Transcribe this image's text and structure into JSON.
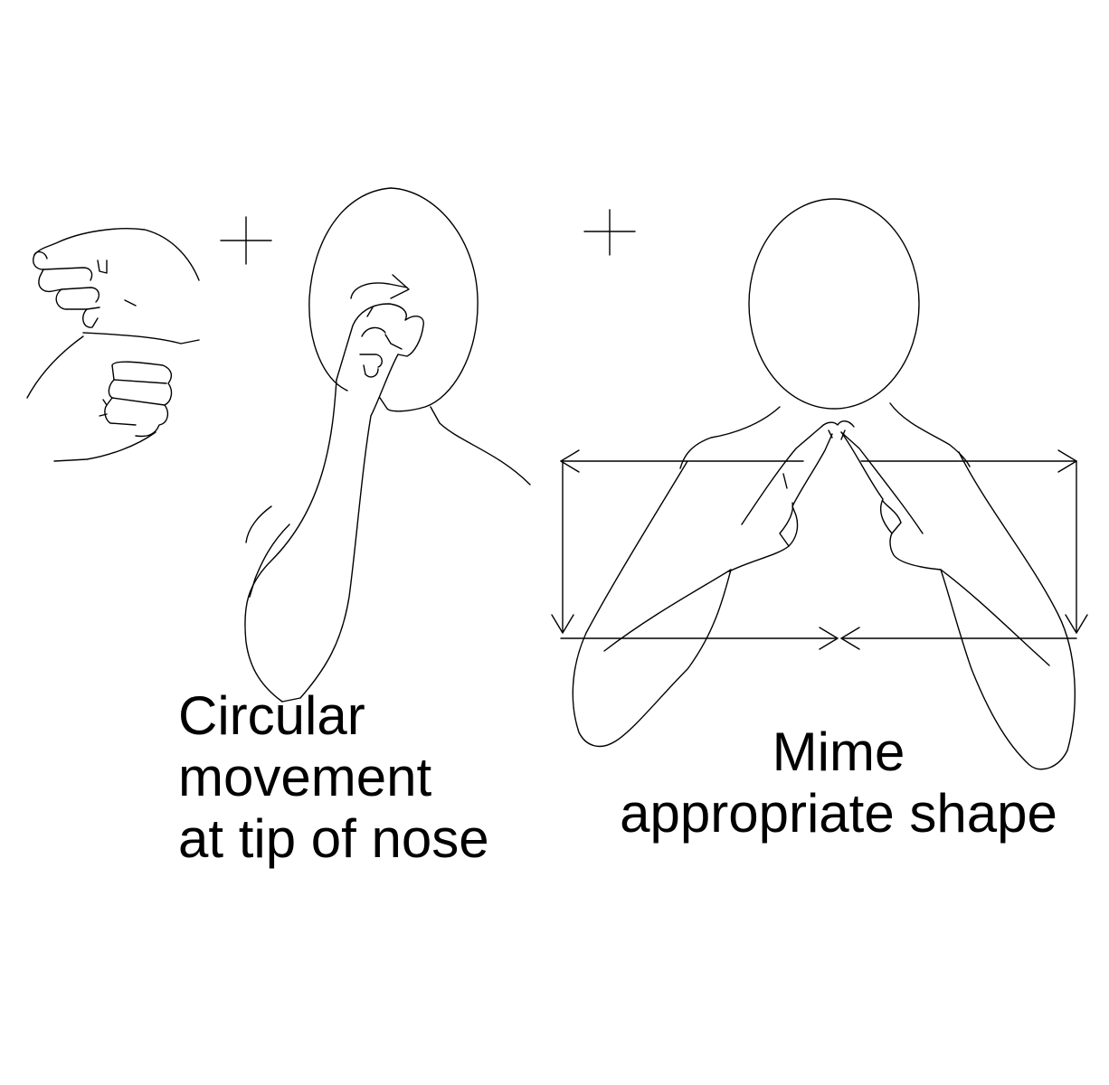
{
  "captions": {
    "left": {
      "line1": "Circular",
      "line2": "movement",
      "line3": "at tip of nose"
    },
    "right": {
      "line1": "Mime",
      "line2": "appropriate shape"
    }
  },
  "colors": {
    "ink": "#000000",
    "background": "#ffffff"
  }
}
